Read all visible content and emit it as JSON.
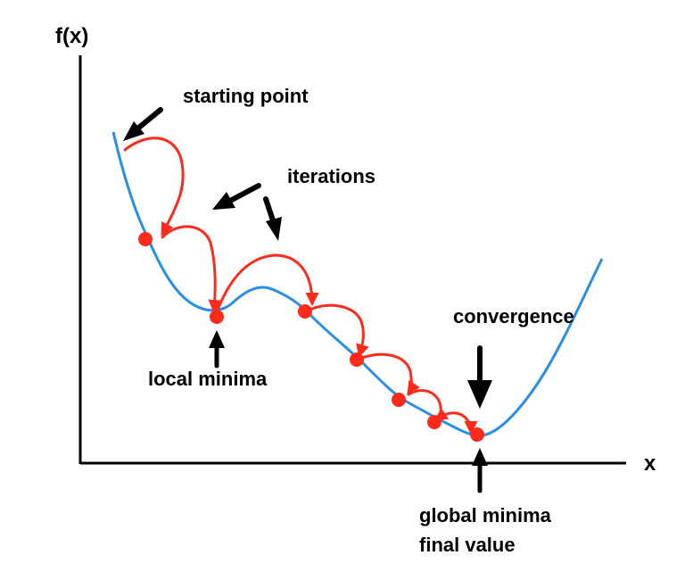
{
  "labels": {
    "y_axis": "f(x)",
    "x_axis": "x",
    "starting_point": "starting point",
    "iterations": "iterations",
    "convergence": "convergence",
    "local_minima": "local minima",
    "global_minima": "global minima",
    "final_value": "final value"
  },
  "colors": {
    "curve": "#2a8ee8",
    "iteration": "#ff2a1a",
    "axis": "#000000"
  },
  "icons": [
    "arrow-pointer-icon"
  ]
}
